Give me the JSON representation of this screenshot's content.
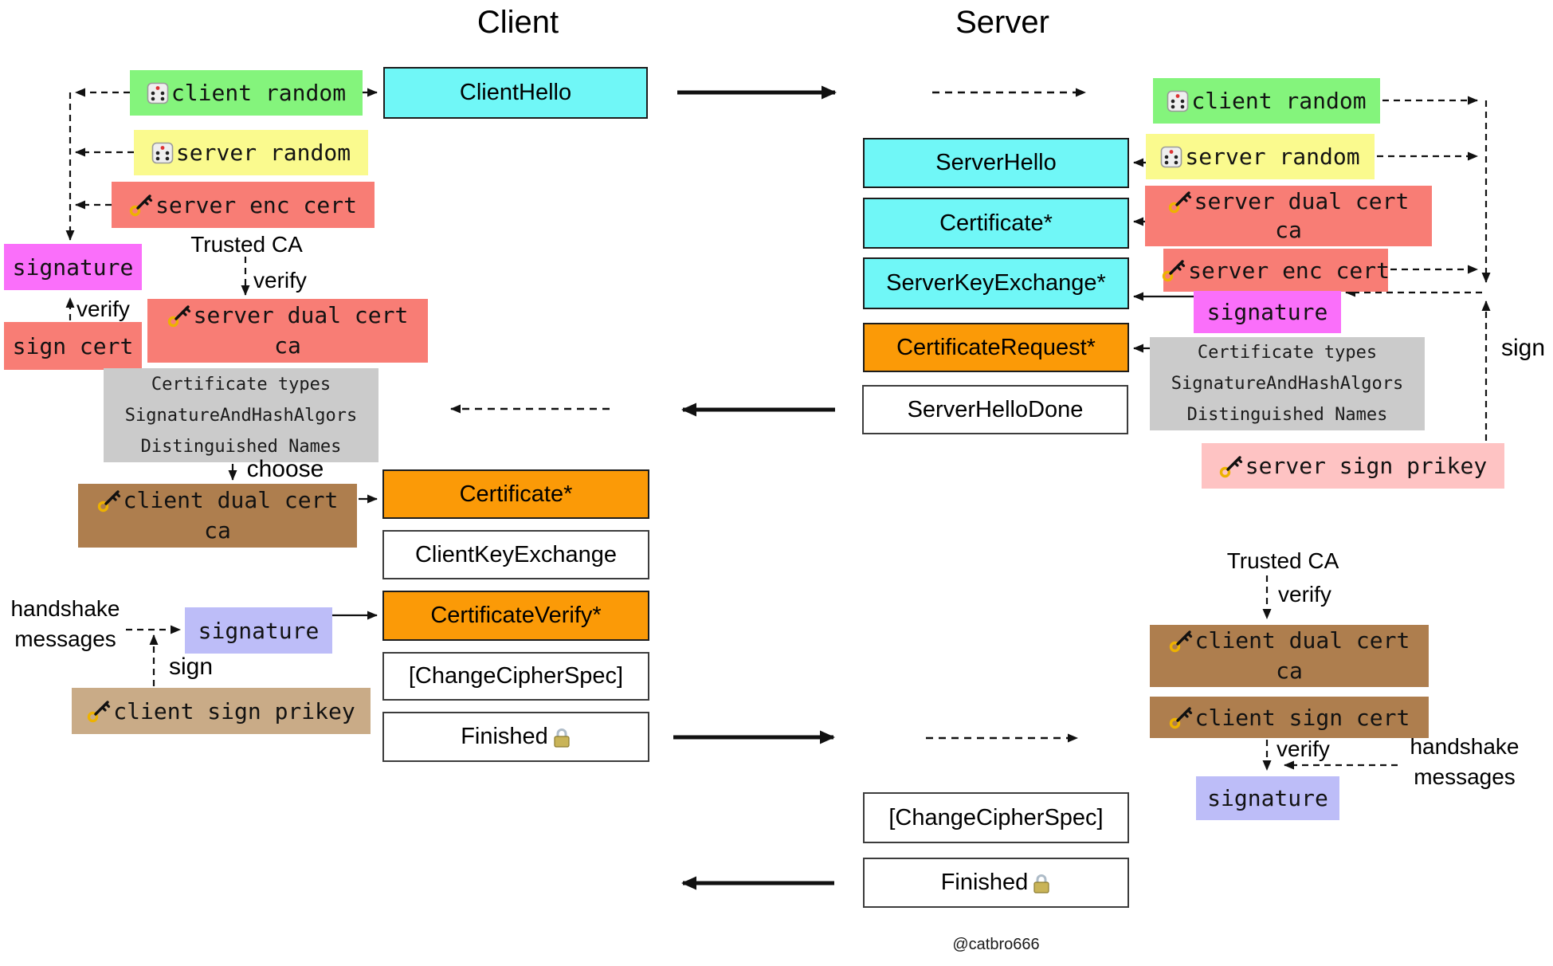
{
  "titles": {
    "client": "Client",
    "server": "Server"
  },
  "footer": {
    "credit": "@catbro666"
  },
  "labels": {
    "trusted_ca": "Trusted CA",
    "verify": "verify",
    "choose": "choose",
    "sign": "sign",
    "handshake_1": "handshake",
    "handshake_2": "messages"
  },
  "client_messages": {
    "client_hello": "ClientHello",
    "certificate": "Certificate*",
    "client_key_exchange": "ClientKeyExchange",
    "certificate_verify": "CertificateVerify*",
    "change_cipher_spec": "[ChangeCipherSpec]",
    "finished": "Finished"
  },
  "server_messages": {
    "server_hello": "ServerHello",
    "certificate": "Certificate*",
    "server_key_exchange": "ServerKeyExchange*",
    "certificate_request": "CertificateRequest*",
    "server_hello_done": "ServerHelloDone",
    "change_cipher_spec": "[ChangeCipherSpec]",
    "finished": "Finished"
  },
  "client_area": {
    "client_random": "client random",
    "server_random": "server random",
    "server_enc_cert": "server enc cert",
    "signature": "signature",
    "sign_cert": "sign cert",
    "server_dual_cert": "server dual cert",
    "server_dual_cert_ca": "ca",
    "cert_req_info": [
      "Certificate types",
      "SignatureAndHashAlgors",
      "Distinguished Names"
    ],
    "client_dual_cert": "client dual cert",
    "client_dual_cert_ca": "ca",
    "signature2": "signature",
    "client_sign_prikey": "client sign prikey"
  },
  "server_area": {
    "client_random": "client random",
    "server_random": "server random",
    "server_dual_cert": "server dual cert",
    "server_dual_cert_ca": "ca",
    "server_enc_cert": "server enc cert",
    "signature": "signature",
    "cert_req_info": [
      "Certificate types",
      "SignatureAndHashAlgors",
      "Distinguished Names"
    ],
    "server_sign_prikey": "server sign prikey",
    "client_dual_cert": "client dual cert",
    "client_dual_cert_ca": "ca",
    "client_sign_cert": "client sign cert",
    "signature2": "signature"
  },
  "icons": {
    "dice": "dice",
    "key": "key",
    "lock": "lock"
  },
  "colors": {
    "green": "#84f47c",
    "yellow": "#fafa8e",
    "salmon": "#f87d75",
    "magenta": "#fa6ffa",
    "cyan": "#70f7f7",
    "orange": "#fb9a07",
    "gray": "#cbcbcb",
    "brown": "#ae7e4e",
    "tan": "#c9ab87",
    "lavender": "#bdbdf8",
    "pink": "#fec3c3",
    "line": "#111111"
  }
}
